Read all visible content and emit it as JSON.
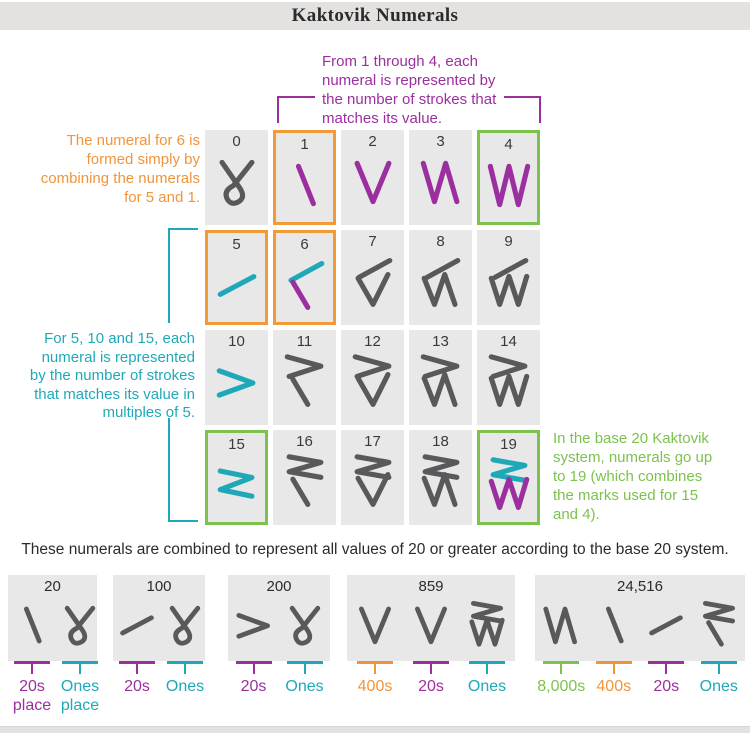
{
  "title": "Kaktovik Numerals",
  "colors": {
    "purple": "#9C2F9F",
    "teal": "#1FA9B8",
    "orange": "#F0953B",
    "green": "#7DC24E",
    "gray": "#58595B",
    "dark_text": "#2B2B2B",
    "cell_background": "#E9E8E8",
    "bar_background": "#E3E2E1"
  },
  "annotations": {
    "ones": {
      "text": "From 1 through 4, each\nnumeral is represented by\nthe number of strokes that\nmatches its value.",
      "color": "purple"
    },
    "six": {
      "text": "The numeral for 6 is\nformed simply by\ncombining the numerals\nfor 5 and 1.",
      "color": "orange"
    },
    "fives": {
      "text": "For 5, 10 and 15, each\nnumeral is represented\nby the number of strokes\nthat matches its value in\nmultiples of 5.",
      "color": "teal"
    },
    "nineteen": {
      "text": "In the base 20 Kaktovik\nsystem, numerals go up\nto 19 (which combines\nthe marks used for 15\nand 4).",
      "color": "green"
    }
  },
  "grid": {
    "cells": [
      {
        "label": "0",
        "value": 0,
        "border": null,
        "upper": "gray",
        "lower": "gray"
      },
      {
        "label": "1",
        "value": 1,
        "border": "orange",
        "upper": "purple",
        "lower": "purple"
      },
      {
        "label": "2",
        "value": 2,
        "border": null,
        "upper": "purple",
        "lower": "purple"
      },
      {
        "label": "3",
        "value": 3,
        "border": null,
        "upper": "purple",
        "lower": "purple"
      },
      {
        "label": "4",
        "value": 4,
        "border": "green",
        "upper": "purple",
        "lower": "purple"
      },
      {
        "label": "5",
        "value": 5,
        "border": "orange",
        "upper": "teal",
        "lower": "teal"
      },
      {
        "label": "6",
        "value": 6,
        "border": "orange",
        "upper": "teal",
        "lower": "purple"
      },
      {
        "label": "7",
        "value": 7,
        "border": null,
        "upper": "gray",
        "lower": "gray"
      },
      {
        "label": "8",
        "value": 8,
        "border": null,
        "upper": "gray",
        "lower": "gray"
      },
      {
        "label": "9",
        "value": 9,
        "border": null,
        "upper": "gray",
        "lower": "gray"
      },
      {
        "label": "10",
        "value": 10,
        "border": null,
        "upper": "teal",
        "lower": "teal"
      },
      {
        "label": "11",
        "value": 11,
        "border": null,
        "upper": "gray",
        "lower": "gray"
      },
      {
        "label": "12",
        "value": 12,
        "border": null,
        "upper": "gray",
        "lower": "gray"
      },
      {
        "label": "13",
        "value": 13,
        "border": null,
        "upper": "gray",
        "lower": "gray"
      },
      {
        "label": "14",
        "value": 14,
        "border": null,
        "upper": "gray",
        "lower": "gray"
      },
      {
        "label": "15",
        "value": 15,
        "border": "green",
        "upper": "teal",
        "lower": "teal"
      },
      {
        "label": "16",
        "value": 16,
        "border": null,
        "upper": "gray",
        "lower": "gray"
      },
      {
        "label": "17",
        "value": 17,
        "border": null,
        "upper": "gray",
        "lower": "gray"
      },
      {
        "label": "18",
        "value": 18,
        "border": null,
        "upper": "gray",
        "lower": "gray"
      },
      {
        "label": "19",
        "value": 19,
        "border": "green",
        "upper": "teal",
        "lower": "purple"
      }
    ]
  },
  "caption": "These numerals are combined to represent all values of 20 or greater according to the base 20 system.",
  "examples": [
    {
      "label": "20",
      "digits": [
        {
          "value": 1,
          "place": "20s\nplace",
          "place_color": "purple"
        },
        {
          "value": 0,
          "place": "Ones\nplace",
          "place_color": "teal"
        }
      ]
    },
    {
      "label": "100",
      "digits": [
        {
          "value": 5,
          "place": "20s",
          "place_color": "purple"
        },
        {
          "value": 0,
          "place": "Ones",
          "place_color": "teal"
        }
      ]
    },
    {
      "label": "200",
      "digits": [
        {
          "value": 10,
          "place": "20s",
          "place_color": "purple"
        },
        {
          "value": 0,
          "place": "Ones",
          "place_color": "teal"
        }
      ]
    },
    {
      "label": "859",
      "digits": [
        {
          "value": 2,
          "place": "400s",
          "place_color": "orange"
        },
        {
          "value": 2,
          "place": "20s",
          "place_color": "purple"
        },
        {
          "value": 19,
          "place": "Ones",
          "place_color": "teal"
        }
      ]
    },
    {
      "label": "24,516",
      "digits": [
        {
          "value": 3,
          "place": "8,000s",
          "place_color": "green"
        },
        {
          "value": 1,
          "place": "400s",
          "place_color": "orange"
        },
        {
          "value": 5,
          "place": "20s",
          "place_color": "purple"
        },
        {
          "value": 16,
          "place": "Ones",
          "place_color": "teal"
        }
      ]
    }
  ]
}
